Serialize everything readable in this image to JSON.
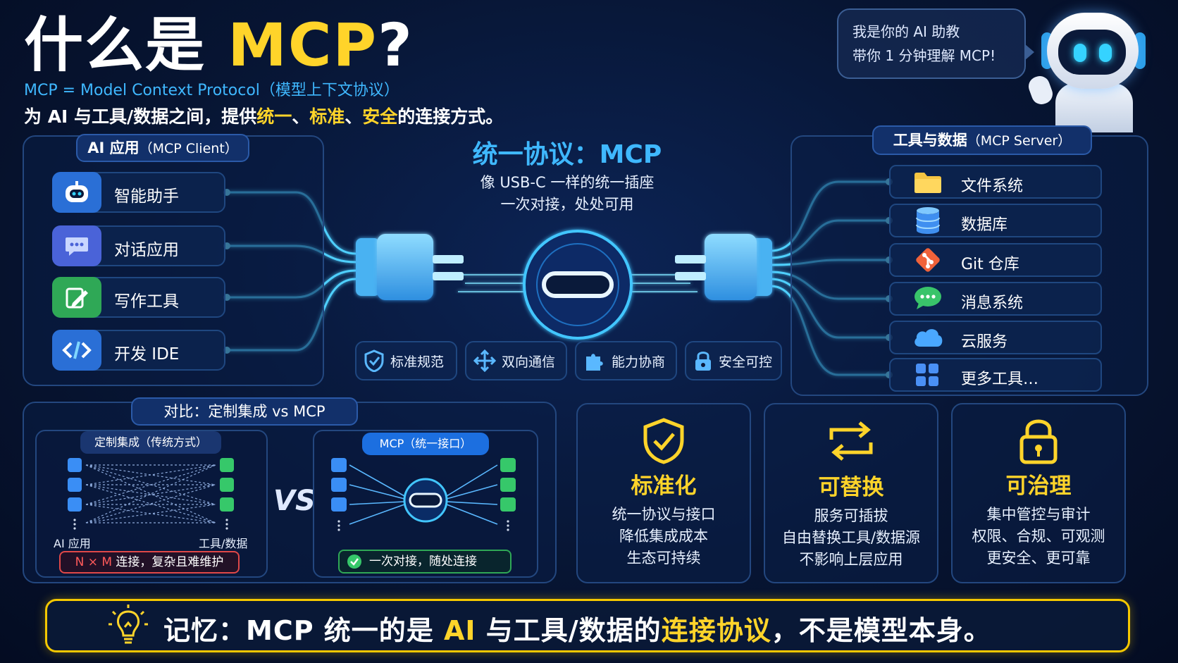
{
  "header": {
    "title_prefix": "什么是 ",
    "title_highlight": "MCP",
    "title_suffix": "?",
    "definition": "MCP = Model Context Protocol（模型上下文协议）",
    "desc_prefix": "为 AI 与工具/数据之间，提供",
    "desc_kw1": "统一",
    "desc_sep1": "、",
    "desc_kw2": "标准",
    "desc_sep2": "、",
    "desc_kw3": "安全",
    "desc_suffix": "的连接方式。"
  },
  "assistant": {
    "line1": "我是你的 AI 助教",
    "line2": "带你 1 分钟理解 MCP!"
  },
  "client": {
    "tag_main": "AI 应用",
    "tag_sub": "（MCP Client）",
    "items": [
      {
        "label": "智能助手",
        "icon": "robot-icon",
        "color": "#2a6fd6"
      },
      {
        "label": "对话应用",
        "icon": "chat-icon",
        "color": "#4a63d8"
      },
      {
        "label": "写作工具",
        "icon": "pen-icon",
        "color": "#2fa856"
      },
      {
        "label": "开发 IDE",
        "icon": "code-icon",
        "color": "#2a6fd6"
      }
    ]
  },
  "center": {
    "title": "统一协议：MCP",
    "line1": "像 USB-C 一样的统一插座",
    "line2": "一次对接，处处可用",
    "features": [
      {
        "label": "标准规范",
        "icon": "shield-icon"
      },
      {
        "label": "双向通信",
        "icon": "arrows-icon"
      },
      {
        "label": "能力协商",
        "icon": "puzzle-icon"
      },
      {
        "label": "安全可控",
        "icon": "lock-icon"
      }
    ]
  },
  "server": {
    "tag_main": "工具与数据",
    "tag_sub": "（MCP Server）",
    "items": [
      {
        "label": "文件系统",
        "icon": "folder-icon"
      },
      {
        "label": "数据库",
        "icon": "database-icon"
      },
      {
        "label": "Git 仓库",
        "icon": "git-icon"
      },
      {
        "label": "消息系统",
        "icon": "message-icon"
      },
      {
        "label": "云服务",
        "icon": "cloud-icon"
      },
      {
        "label": "更多工具…",
        "icon": "grid-icon"
      }
    ]
  },
  "compare": {
    "tag": "对比：定制集成 vs MCP",
    "left_tag": "定制集成（传统方式）",
    "left_label_a": "AI 应用",
    "left_label_b": "工具/数据",
    "left_note_hl": "N × M",
    "left_note": " 连接，复杂且难维护",
    "vs": "VS",
    "right_tag": "MCP（统一接口）",
    "right_note": "一次对接，随处连接"
  },
  "cards": [
    {
      "title": "标准化",
      "icon": "shield-check-icon",
      "lines": [
        "统一协议与接口",
        "降低集成成本",
        "生态可持续"
      ]
    },
    {
      "title": "可替换",
      "icon": "swap-icon",
      "lines": [
        "服务可插拔",
        "自由替换工具/数据源",
        "不影响上层应用"
      ]
    },
    {
      "title": "可治理",
      "icon": "padlock-icon",
      "lines": [
        "集中管控与审计",
        "权限、合规、可观测",
        "更安全、更可靠"
      ]
    }
  ],
  "memo": {
    "prefix": "记忆：MCP 统一的是 ",
    "hl1": "AI",
    "mid": " 与工具/数据的",
    "hl2": "连接协议",
    "suffix": "，不是模型本身。"
  },
  "colors": {
    "accent_yellow": "#ffd42a",
    "accent_blue": "#3fb8ff",
    "background": "#071533"
  }
}
